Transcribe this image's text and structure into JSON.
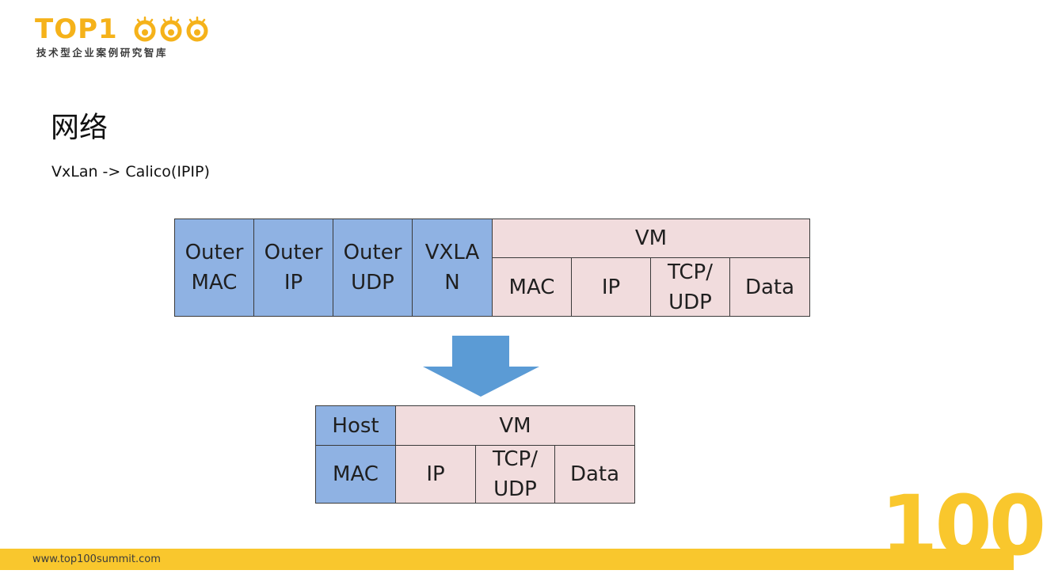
{
  "logo": {
    "main": "TOP1",
    "eyes": "oo",
    "sub": "技术型企业案例研究智库"
  },
  "slide": {
    "title": "网络",
    "subtitle": "VxLan -> Calico(IPIP)"
  },
  "vxlan_frame": {
    "outer": [
      "Outer\nMAC",
      "Outer\nIP",
      "Outer\nUDP",
      "VXLA\nN"
    ],
    "vm_header": "VM",
    "vm": [
      "MAC",
      "IP",
      "TCP/\nUDP",
      "Data"
    ]
  },
  "ipip_frame": {
    "host_header": "Host",
    "host": "MAC",
    "vm_header": "VM",
    "vm": [
      "IP",
      "TCP/\nUDP",
      "Data"
    ]
  },
  "footer": {
    "url": "www.top100summit.com",
    "decor": "100"
  },
  "colors": {
    "accent": "#f9c72d",
    "blue_cell": "#8fb2e3",
    "pink_cell": "#f1dcdd",
    "arrow": "#5b9bd5"
  }
}
